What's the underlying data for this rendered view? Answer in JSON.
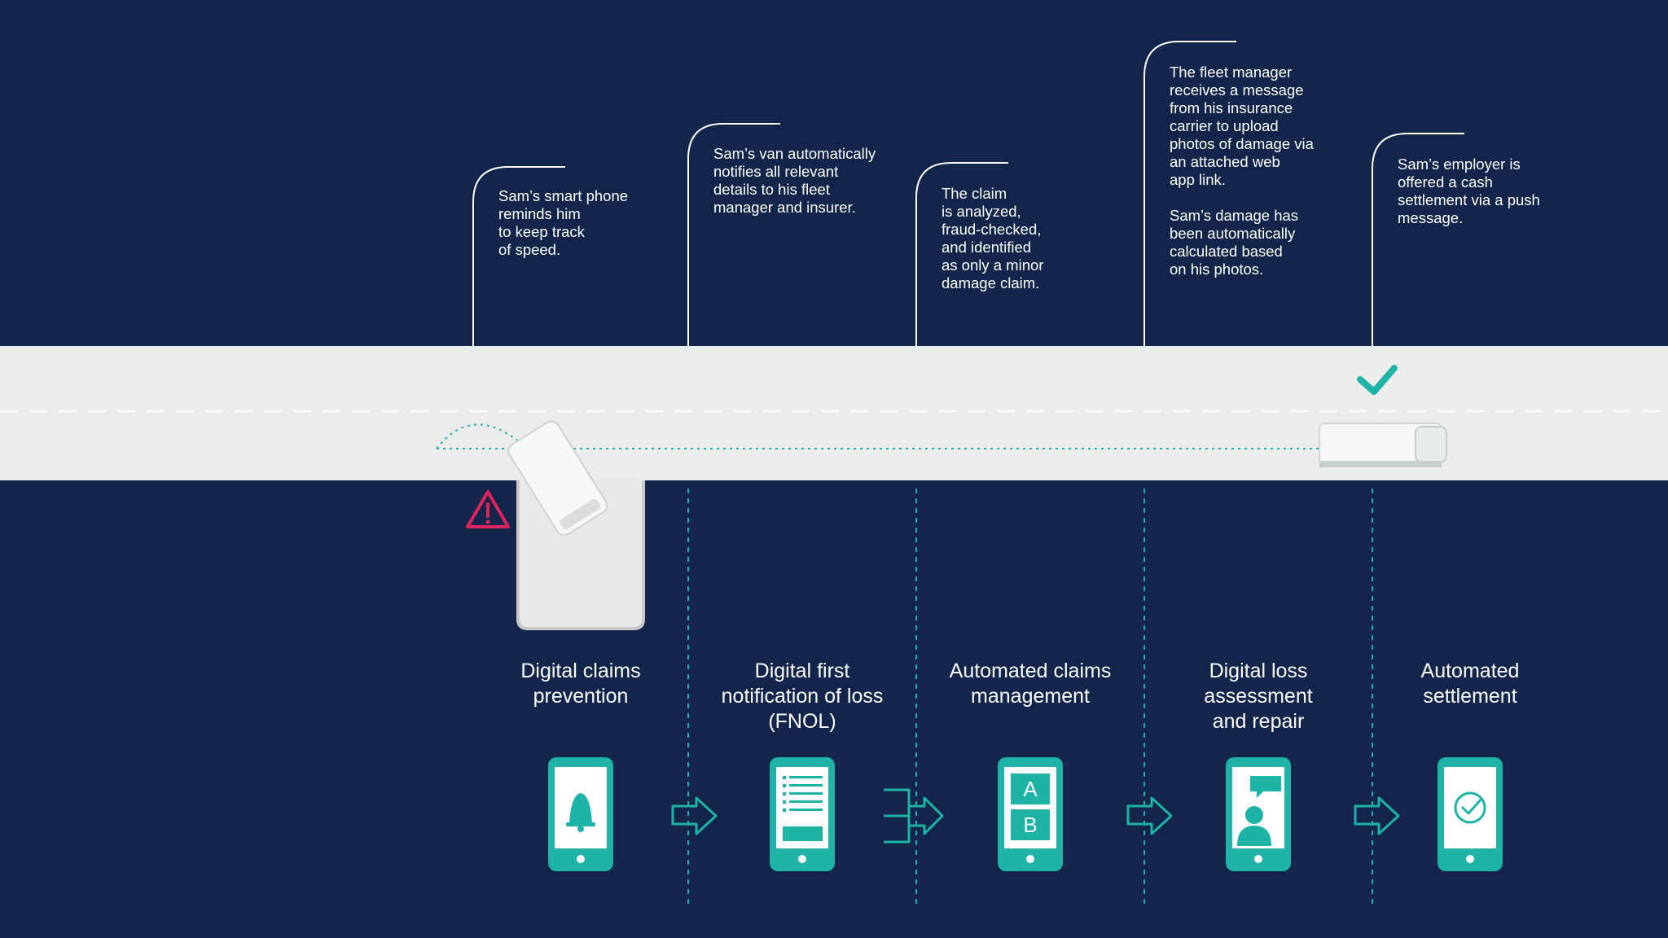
{
  "colors": {
    "background": "#13254a",
    "accent": "#1eb3a6",
    "road": "#ececec",
    "warning": "#e0245e",
    "text": "#ffffff"
  },
  "callouts": [
    {
      "id": "prevention",
      "text": "Sam’s smart phone\nreminds him\nto keep track\nof speed."
    },
    {
      "id": "fnol",
      "text": "Sam’s van automatically\nnotifies all relevant\ndetails to his fleet\nmanager and insurer."
    },
    {
      "id": "claims",
      "text": "The claim\nis analyzed,\nfraud-checked,\nand identified\nas only a minor\ndamage claim."
    },
    {
      "id": "assessment",
      "text": "The fleet manager\nreceives a message\nfrom his insurance\ncarrier to upload\nphotos of damage via\nan attached web\napp link.\n\nSam’s damage has\nbeen automatically\ncalculated based\non his photos."
    },
    {
      "id": "settlement",
      "text": "Sam’s employer is\noffered a cash\nsettlement via a push\nmessage."
    }
  ],
  "steps": [
    {
      "id": "prevention",
      "label": "Digital claims\nprevention",
      "icon": "bell-icon"
    },
    {
      "id": "fnol",
      "label": "Digital first\nnotification of loss\n(FNOL)",
      "icon": "checklist-icon"
    },
    {
      "id": "claims",
      "label": "Automated claims\nmanagement",
      "icon": "a-b-icon",
      "icon_letters": [
        "A",
        "B"
      ]
    },
    {
      "id": "assessment",
      "label": "Digital loss\nassessment\nand repair",
      "icon": "person-chat-icon"
    },
    {
      "id": "settlement",
      "label": "Automated\nsettlement",
      "icon": "check-circle-icon"
    }
  ],
  "road_icons": {
    "warning": "warning-triangle-icon",
    "success": "checkmark-icon"
  }
}
